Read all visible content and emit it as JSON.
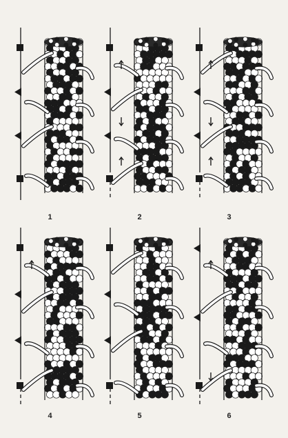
{
  "colors": {
    "background": "#f3f1ec",
    "ink": "#1a1a1a",
    "subunit_light": "#ffffff",
    "subunit_dark": "#1a1a1a"
  },
  "panels": [
    {
      "label": "1",
      "rail_style": "solid",
      "markers": [
        "square",
        "triangle",
        "triangle",
        "square"
      ],
      "arrows": []
    },
    {
      "label": "2",
      "rail_style": "solid-then-dashed",
      "markers": [
        "square",
        "triangle",
        "triangle",
        "square"
      ],
      "arrows": [
        "up",
        "down",
        "up"
      ]
    },
    {
      "label": "3",
      "rail_style": "solid-then-dashed",
      "markers": [
        "square",
        "triangle",
        "triangle",
        "square"
      ],
      "arrows": [
        "up",
        "down",
        "up"
      ]
    },
    {
      "label": "4",
      "rail_style": "solid-then-dashed",
      "markers": [
        "square",
        "triangle",
        "triangle",
        "square"
      ],
      "arrows": [
        "up"
      ]
    },
    {
      "label": "5",
      "rail_style": "solid-then-dashed",
      "markers": [
        "square",
        "triangle",
        "triangle",
        "square"
      ],
      "arrows": []
    },
    {
      "label": "6",
      "rail_style": "solid-then-dashed",
      "markers": [
        "triangle",
        "triangle",
        "square"
      ],
      "arrows": [
        "up",
        "down"
      ]
    }
  ]
}
